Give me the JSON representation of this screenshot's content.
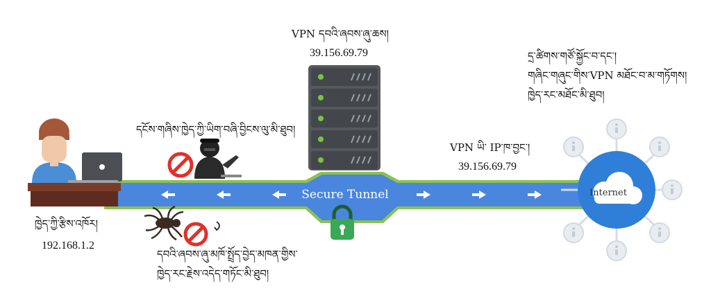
{
  "server": {
    "title": "VPN དབའི་ཞབས་ཞུ་ཆས།",
    "ip": "39.156.69.79"
  },
  "user": {
    "label": "ཁྱེད་ཀྱི་རྩིས་འཁོར།",
    "ip": "192.168.1.2"
  },
  "hacker_caption": "དངོས་གཞིས་ཁྱེད་ཀྱི་ཡིག་བཞི་བྱིངས་ལུ་མི་ཐུབ།",
  "isp_caption": {
    "line1": "དབའི་ཞབས་ཞུ་མཁོ་སྤྲོད་བྱེད་མཁན་གྱིས་",
    "line2": "ཁྱེད་རང་རྗེས་འདེད་གཏོང་མི་ཐུབ།"
  },
  "vpn_ip": {
    "label": "VPN ཡི་ IP་ཁ་བྱང་།",
    "value": "39.156.69.79"
  },
  "website_caption": {
    "line1": "དྲ་ཚིགས་གཙོ་སྐྱོང་བ་དང་།",
    "line2": "གཞིང་གཞུང་གིས་VPN མཐོང་བ་མ་གཏོགས།",
    "line3": "ཁྱེད་རང་མཐོང་མི་ཐུབ།"
  },
  "tunnel_label": "Secure Tunnel",
  "internet_label": "Internet",
  "colors": {
    "tunnel_fill": "#4a86de",
    "tunnel_border": "#8cc152",
    "server_body": "#55595e",
    "server_led": "#7dc242",
    "lock_green": "#3aa856",
    "forbidden_red": "#e0302a",
    "cloud_blue": "#2f7fd8",
    "node_gray": "#c8cfd8"
  },
  "icons": [
    "user-icon",
    "laptop-icon",
    "hacker-icon",
    "forbidden-icon",
    "server-icon",
    "lock-icon",
    "spider-icon",
    "cloud-icon",
    "info-node-icon",
    "arrow-icon"
  ]
}
